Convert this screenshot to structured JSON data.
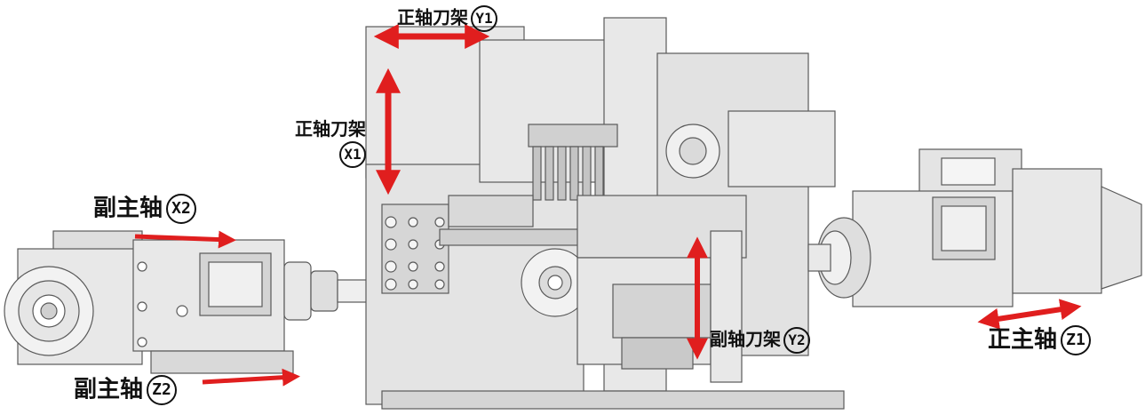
{
  "labels": {
    "y1": {
      "text": "正轴刀架",
      "axis": "Y1"
    },
    "x1": {
      "text": "正轴刀架",
      "axis": "X1"
    },
    "x2": {
      "text": "副主轴",
      "axis": "X2"
    },
    "z2": {
      "text": "副主轴",
      "axis": "Z2"
    },
    "y2": {
      "text": "副轴刀架",
      "axis": "Y2"
    },
    "z1": {
      "text": "正主轴",
      "axis": "Z1"
    }
  },
  "colors": {
    "arrow": "#e01e1e",
    "machine_fill": "#e8e8e8",
    "machine_dark": "#c9c9c9",
    "outline": "#5a5a5a"
  }
}
